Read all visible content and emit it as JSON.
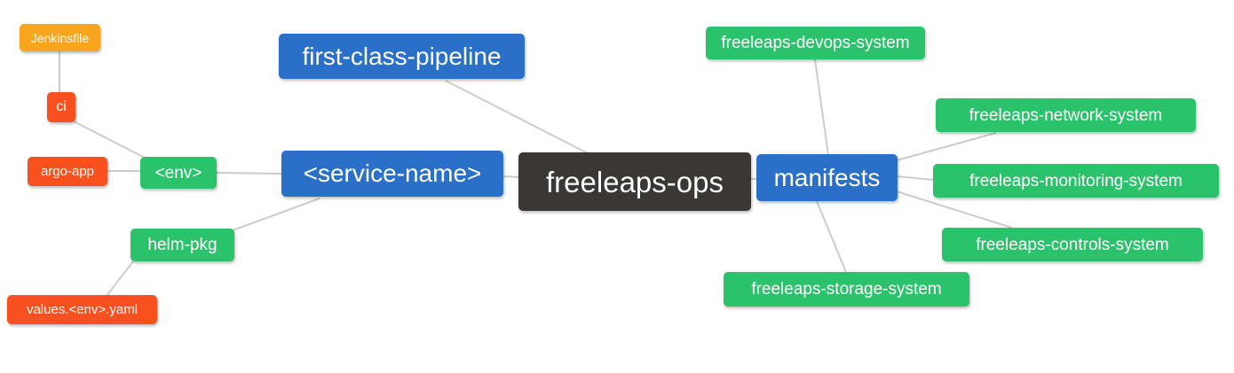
{
  "colors": {
    "blue": "#2a6fc8",
    "green": "#2bc26c",
    "red": "#f8511f",
    "amber": "#f8a41f",
    "dark": "#3b3734",
    "edge": "#cccccc",
    "background": "#ffffff"
  },
  "mindmap": {
    "root": "freeleaps-ops",
    "left": {
      "first_class_pipeline": "first-class-pipeline",
      "service_name": "<service-name>",
      "env": "<env>",
      "ci": "ci",
      "jenkinsfile": "Jenkinsfile",
      "argo_app": "argo-app",
      "helm_pkg": "helm-pkg",
      "values_yaml": "values.<env>.yaml"
    },
    "right": {
      "manifests": "manifests",
      "devops": "freeleaps-devops-system",
      "network": "freeleaps-network-system",
      "monitoring": "freeleaps-monitoring-system",
      "controls": "freeleaps-controls-system",
      "storage": "freeleaps-storage-system"
    }
  }
}
